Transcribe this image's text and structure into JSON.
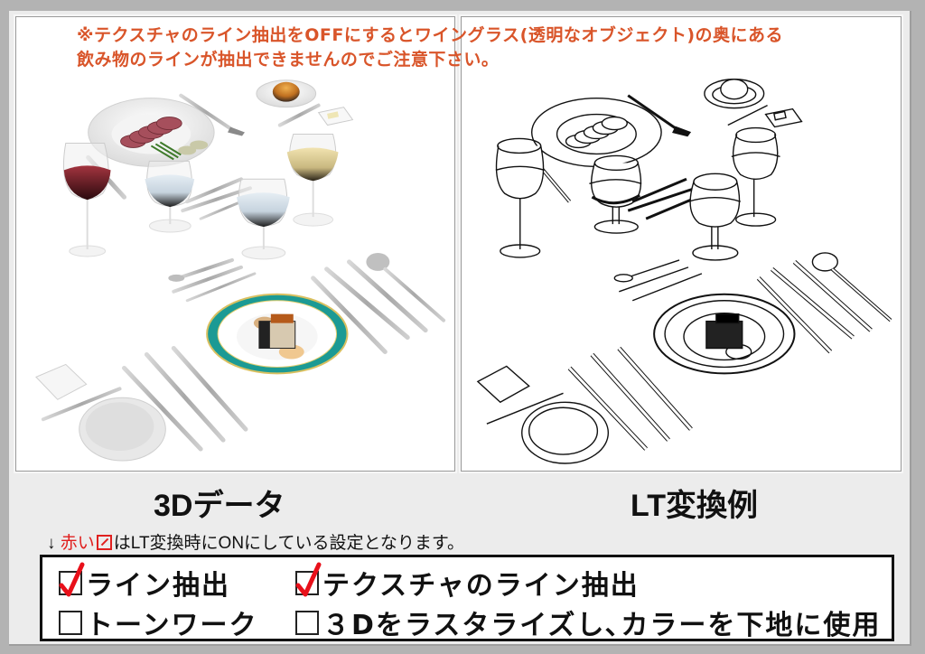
{
  "notice": {
    "line1": "※テクスチャのライン抽出をOFFにするとワイングラス(透明なオブジェクト)の奥にある",
    "line2": "飲み物のラインが抽出できませんのでご注意下さい。",
    "color": "#d9552a"
  },
  "panels": {
    "left": {
      "caption": "3Dデータ",
      "image_description": "Color 3D render of a formal table setting: main plate with sliced meat and vegetables, four wine glasses (red, white, two water), bread plate with bun, butter, cutlery, teal-rimmed plate with layered terrine, napkin and side plate"
    },
    "right": {
      "caption": "LT変換例",
      "image_description": "Black-and-white line art conversion of the same table setting"
    }
  },
  "legend": {
    "arrow": "↓",
    "red_text": "赤い",
    "checkbox_glyph": "☑",
    "rest": "はLT変換時にONにしている設定となります。",
    "red_color": "#e0201f"
  },
  "settings": [
    {
      "label": "ライン抽出",
      "checked": true
    },
    {
      "label": "テクスチャのライン抽出",
      "checked": true
    },
    {
      "label": "トーンワーク",
      "checked": false
    },
    {
      "label": "３Dをラスタライズし､カラーを下地に使用",
      "checked": false
    }
  ]
}
